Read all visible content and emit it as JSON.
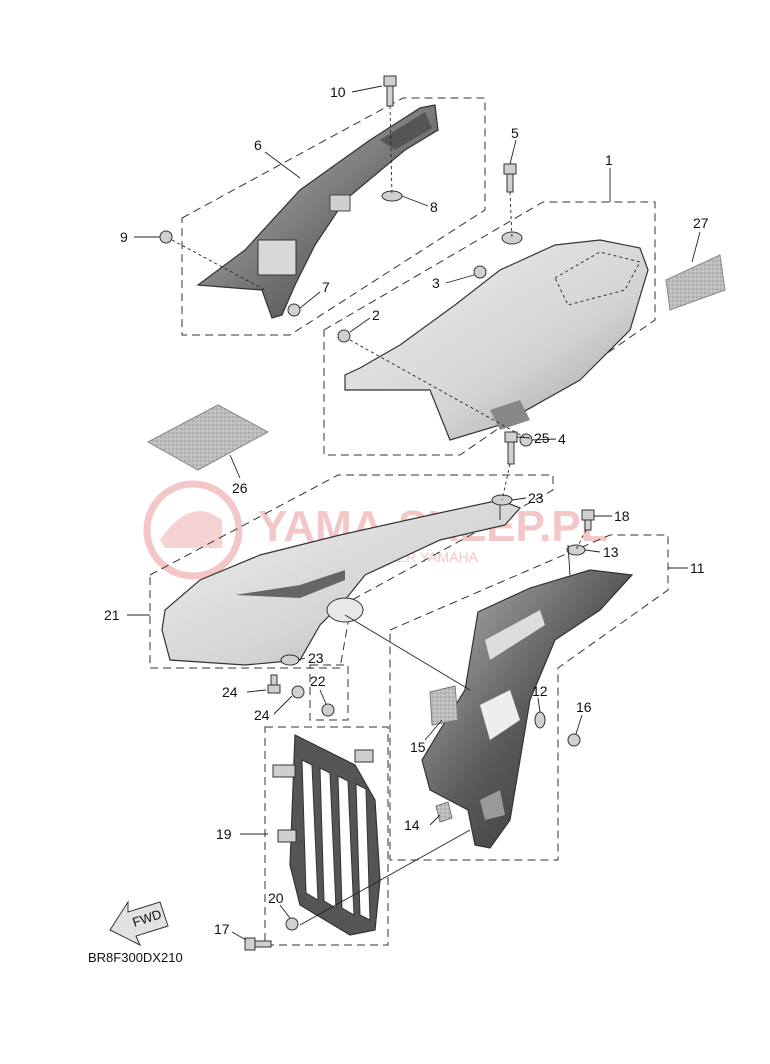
{
  "diagram": {
    "code": "BR8F300DX210",
    "fwd_label": "FWD",
    "watermark": {
      "brand": "YAMA-SKLEP.PL",
      "tagline": "WOJSKOWI · DEALER YAMAHA"
    },
    "callouts": [
      {
        "id": "c10",
        "label": "10"
      },
      {
        "id": "c6",
        "label": "6"
      },
      {
        "id": "c8",
        "label": "8"
      },
      {
        "id": "c5",
        "label": "5"
      },
      {
        "id": "c1",
        "label": "1"
      },
      {
        "id": "c27",
        "label": "27"
      },
      {
        "id": "c9",
        "label": "9"
      },
      {
        "id": "c3",
        "label": "3"
      },
      {
        "id": "c7",
        "label": "7"
      },
      {
        "id": "c2",
        "label": "2"
      },
      {
        "id": "c4",
        "label": "4"
      },
      {
        "id": "c26",
        "label": "26"
      },
      {
        "id": "c25",
        "label": "25"
      },
      {
        "id": "c23a",
        "label": "23"
      },
      {
        "id": "c18",
        "label": "18"
      },
      {
        "id": "c13",
        "label": "13"
      },
      {
        "id": "c11",
        "label": "11"
      },
      {
        "id": "c21",
        "label": "21"
      },
      {
        "id": "c23b",
        "label": "23"
      },
      {
        "id": "c24a",
        "label": "24"
      },
      {
        "id": "c22",
        "label": "22"
      },
      {
        "id": "c24b",
        "label": "24"
      },
      {
        "id": "c12",
        "label": "12"
      },
      {
        "id": "c16",
        "label": "16"
      },
      {
        "id": "c15",
        "label": "15"
      },
      {
        "id": "c19",
        "label": "19"
      },
      {
        "id": "c14",
        "label": "14"
      },
      {
        "id": "c20",
        "label": "20"
      },
      {
        "id": "c17",
        "label": "17"
      }
    ]
  }
}
